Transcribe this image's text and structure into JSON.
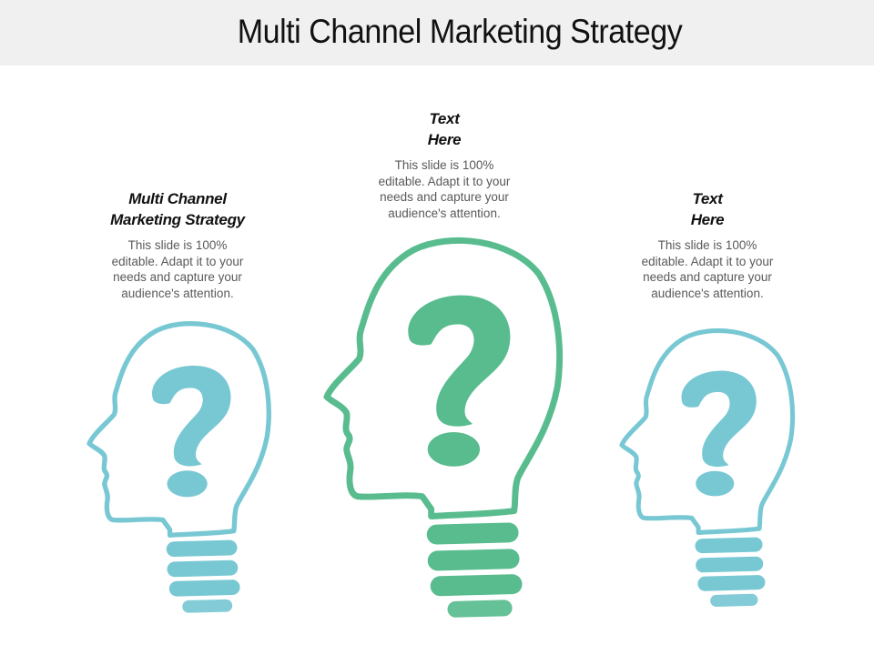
{
  "slide": {
    "title": "Multi Channel Marketing Strategy"
  },
  "blocks": [
    {
      "heading_line1": "Multi Channel",
      "heading_line2": "Marketing Strategy",
      "body_lines": [
        "This slide is 100%",
        "editable. Adapt it to your",
        "needs and capture your",
        "audience's attention."
      ],
      "icon": "head-question-bulb-icon",
      "color": "#78C8D4"
    },
    {
      "heading_line1": "Text",
      "heading_line2": "Here",
      "body_lines": [
        "This slide is 100%",
        "editable. Adapt it to your",
        "needs and capture your",
        "audience's attention."
      ],
      "icon": "head-question-bulb-icon",
      "color": "#58BC8E"
    },
    {
      "heading_line1": "Text",
      "heading_line2": "Here",
      "body_lines": [
        "This slide is 100%",
        "editable. Adapt it to your",
        "needs and capture your",
        "audience's attention."
      ],
      "icon": "head-question-bulb-icon",
      "color": "#78C8D4"
    }
  ],
  "colors": {
    "header_band": "#F0F0F0",
    "teal": "#78C8D4",
    "green": "#58BC8E"
  }
}
